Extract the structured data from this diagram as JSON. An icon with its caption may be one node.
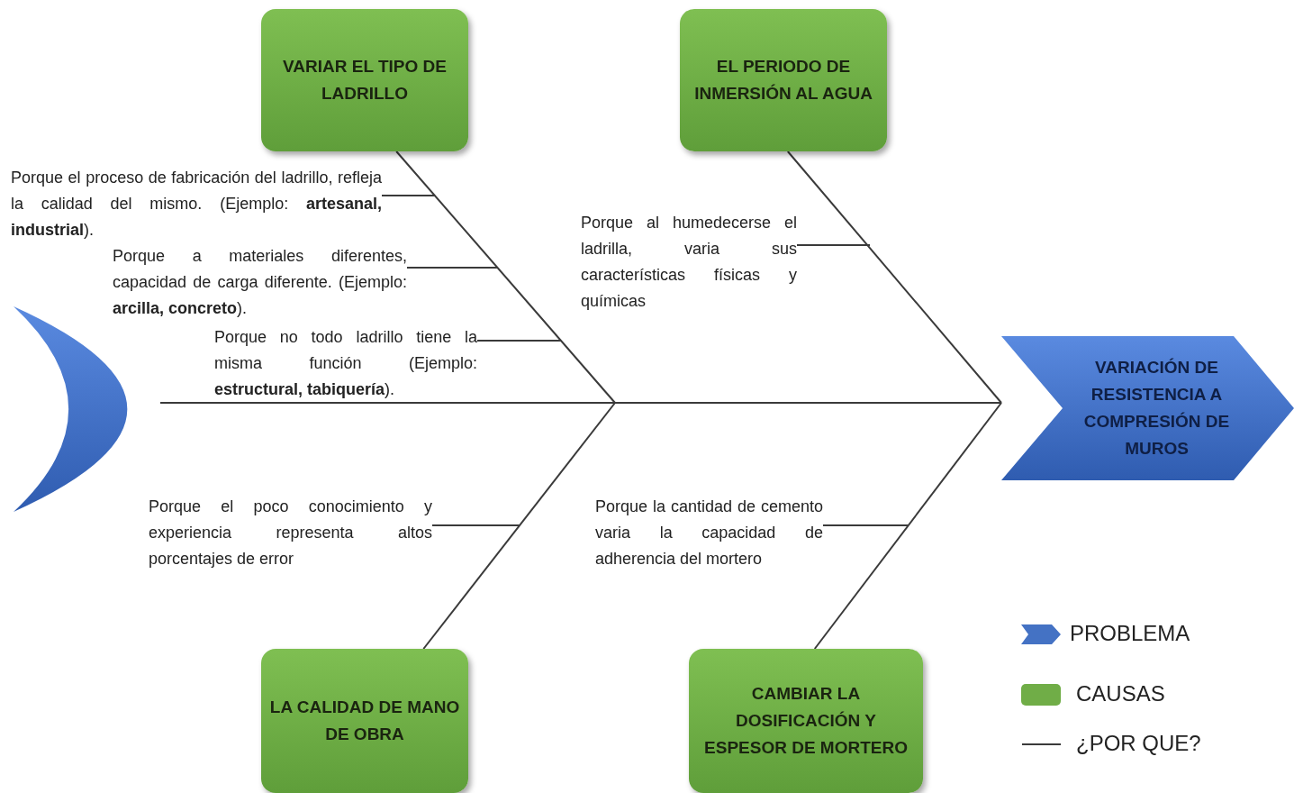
{
  "diagram": {
    "nodes": [
      {
        "text": [
          "VARIAR EL TIPO DE LADRILLO"
        ]
      },
      {
        "text": [
          "EL PERIODO DE INMERSIÓN AL AGUA"
        ]
      },
      {
        "text": [],
        "shape": "crescent"
      },
      {
        "text": [
          "VARIACIÓN DE RESISTENCIA A COMPRESIÓN DE MUROS"
        ]
      },
      {
        "text": [
          "LA CALIDAD DE MANO DE OBRA"
        ]
      },
      {
        "text": [
          "CAMBIAR LA DOSIFICACIÓN Y ESPESOR DE MORTERO"
        ]
      },
      {
        "text": [
          "Porque el proceso de fabricación del ladrillo, refleja la calidad del mismo. (Ejemplo: **artesanal, industrial**)."
        ]
      },
      {
        "text": [
          "Porque a materiales diferentes, capacidad de carga diferente. (Ejemplo: **arcilla, concreto**)."
        ]
      },
      {
        "text": [
          "Porque no todo ladrillo tiene la misma función (Ejemplo: **estructural, tabiquería**)."
        ]
      },
      {
        "text": [
          "Porque al humedecerse el ladrilla, varia sus características físicas y químicas"
        ]
      },
      {
        "text": [
          "Porque el poco conocimiento y experiencia representa altos porcentajes de error"
        ]
      },
      {
        "text": [
          "Porque la cantidad de cemento varia la capacidad de adherencia del mortero"
        ]
      }
    ],
    "edges": [
      {
        "from": 2,
        "to": 3,
        "arrow": "none"
      },
      {
        "from": 0,
        "to": null,
        "arrow": "none"
      },
      {
        "from": 1,
        "to": null,
        "arrow": "none"
      },
      {
        "from": 4,
        "to": null,
        "arrow": "none"
      },
      {
        "from": 5,
        "to": null,
        "arrow": "none"
      },
      {
        "from": 6,
        "to": null,
        "arrow": "none"
      },
      {
        "from": 7,
        "to": null,
        "arrow": "none"
      },
      {
        "from": 8,
        "to": null,
        "arrow": "none"
      },
      {
        "from": 9,
        "to": null,
        "arrow": "none"
      },
      {
        "from": 10,
        "to": null,
        "arrow": "none"
      },
      {
        "from": 11,
        "to": null,
        "arrow": "none"
      }
    ],
    "legend": [
      {
        "text": "PROBLEMA",
        "color": "#4472c4"
      },
      {
        "text": "CAUSAS",
        "color": "#70ad47"
      },
      {
        "text": "¿POR QUE?"
      }
    ]
  }
}
